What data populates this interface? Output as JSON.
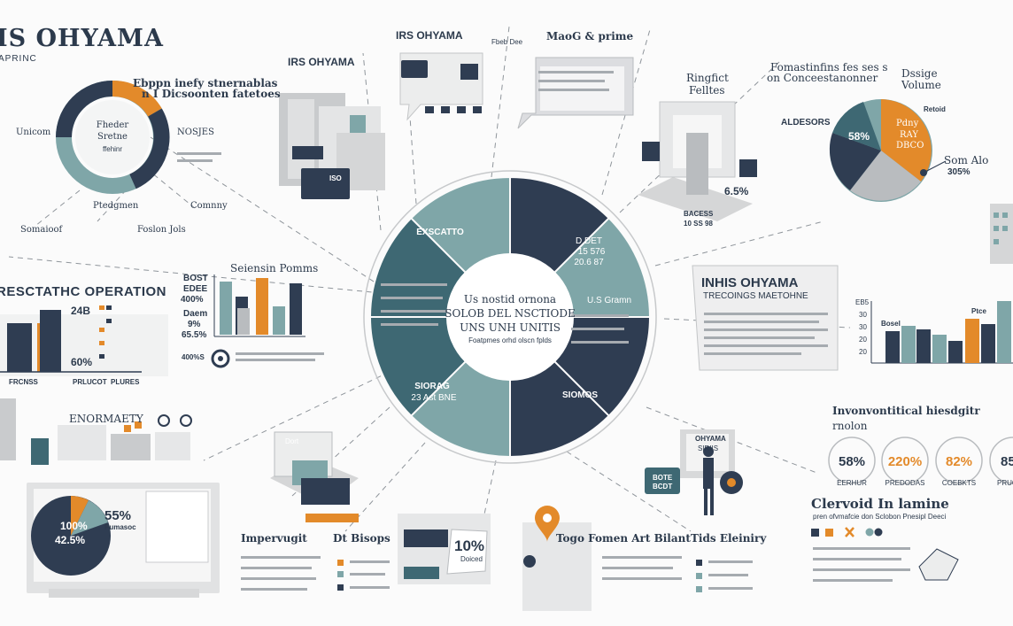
{
  "colors": {
    "navy": "#2f3d52",
    "teal": "#7fa6a8",
    "dark_teal": "#3e6873",
    "orange": "#e38a2a",
    "gray": "#b9bcbf",
    "light": "#e6e7e8"
  },
  "header": {
    "title": "IS OHYAMA",
    "subtitle": "APRINC"
  },
  "top_left": {
    "title_line1": "Ebppn inefy stnernablas",
    "title_line2": "n I Dicsoonten fatetoes",
    "ring_label1": "Fheder",
    "ring_label2": "Sretne",
    "ring_label3": "ffehinr",
    "label_unicom": "Unicom",
    "label_nos": "NOSJES",
    "label_ptedgmen": "Ptedgmen",
    "label_company": "Comnny",
    "label_somaioof": "Somaioof",
    "label_foslon": "Foslon Jols"
  },
  "top_mid": {
    "title": "IRS OHYAMA",
    "icon_label": "ISO"
  },
  "top_chat": {
    "title": "IRS OHYAMA",
    "tag": "Fbeb Dee"
  },
  "top_mag": {
    "title": "MaoG & prime"
  },
  "top_right_box": {
    "title_line1": "Ringfict",
    "title_line2": "Felltes",
    "pct": "6.5%",
    "caption_line1": "BACESS",
    "caption_line2": "10 SS 98"
  },
  "top_right": {
    "title_line1": "Fomastinfins fes ses s",
    "title_line2": "on Conceestanonner",
    "label_aldesors": "ALDESORS",
    "pie_label": "Dssige",
    "pie_label2": "Volume",
    "pie_pct1": "58%",
    "pie_pct2": "Retoid",
    "pie_inner1": "Pdny",
    "pie_inner2": "RAY",
    "pie_inner3": "DBCO",
    "callout1": "Som Alo",
    "callout2": "305%"
  },
  "center": {
    "line1": "Us nostid ornona",
    "line2": "SOLOB DEL NSCTIODE",
    "line3": "UNS UNH UNITIS",
    "line4": "Foatpmes orhd olscn fplds",
    "seg_top_left": "EXSCATTO",
    "seg_top_right_1": "D DET",
    "seg_top_right_2": "15 576",
    "seg_top_right_3": "20.6 87",
    "seg_right": "U.S Gramn",
    "seg_bottom_right": "SIOMOS",
    "seg_bottom_left_1": "SIORAG",
    "seg_bottom_left_2": "23 Ast BNE"
  },
  "left_mid": {
    "title": "RESCTATHC OPERATION",
    "n1": "24B",
    "n2": "60%",
    "labels": [
      "FRCNSS",
      "PRLUCOT",
      "PLURES"
    ]
  },
  "mid_chart": {
    "title": "Seiensin Pomms",
    "lbl1": "BOST",
    "lbl2": "EDEE",
    "lbl3": "400%",
    "lbl4": "Daem",
    "lbl5": "9%",
    "lbl6": "65.5%",
    "caption": "400%S"
  },
  "right_mid": {
    "title": "INHIS OHYAMA",
    "subtitle": "TRECOINGS MAETOHNE"
  },
  "right_chart": {
    "axis": [
      "EB5",
      "30",
      "30",
      "20",
      "20"
    ],
    "label1": "Bosel",
    "label2": "Ptce"
  },
  "env": {
    "title_line1": "Invonvontitical hiesdgitr",
    "title_line2": "rnolon",
    "stats": [
      {
        "v": "58%",
        "l": "EERHUR"
      },
      {
        "v": "220%",
        "l": "PREDODAS"
      },
      {
        "v": "82%",
        "l": "COEBKTS"
      },
      {
        "v": "85",
        "l": "PRUCAS"
      }
    ]
  },
  "bottom_left": {
    "label": "ENORMAETY",
    "pie_v1": "100%",
    "pie_v2": "42.5%",
    "side_v1": "55%",
    "side_v2": "Pumasoc"
  },
  "bottom_mid_left": {
    "title1": "Impervugit",
    "title2": "Dt Bisops",
    "box": "Dort"
  },
  "bottom_mid": {
    "pct": "10%",
    "caption": "Doiced"
  },
  "bottom_bubble": {
    "title": "Togo Fomen Art Bilant",
    "right_title": "Tids Eleiniry"
  },
  "bottom_man": {
    "sign1": "OHYAMA",
    "sign2": "SIRIIS",
    "box1": "BOTE",
    "box2": "BCDT"
  },
  "bottom_right": {
    "title": "Clervoid In lamine",
    "line": "pren ofvmafcie don Sclobon Pnesipl Deeci"
  }
}
